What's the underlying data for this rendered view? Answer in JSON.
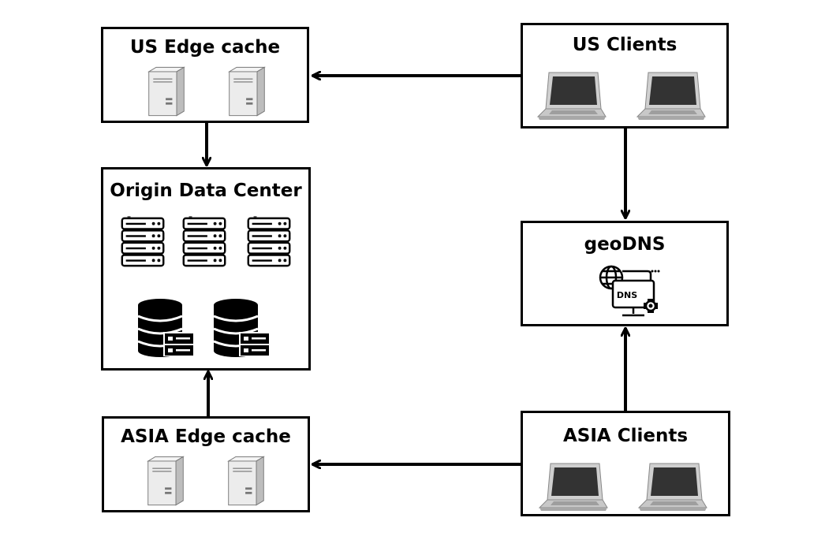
{
  "nodes": {
    "us_edge": {
      "title": "US Edge cache"
    },
    "origin": {
      "title": "Origin Data Center"
    },
    "asia_edge": {
      "title": "ASIA Edge cache"
    },
    "us_clients": {
      "title": "US Clients"
    },
    "geodns": {
      "title": "geoDNS",
      "icon_text": "DNS"
    },
    "asia_clients": {
      "title": "ASIA Clients"
    }
  },
  "edges": [
    {
      "from": "us_clients",
      "to": "us_edge"
    },
    {
      "from": "us_edge",
      "to": "origin"
    },
    {
      "from": "us_clients",
      "to": "geodns"
    },
    {
      "from": "asia_clients",
      "to": "geodns"
    },
    {
      "from": "asia_clients",
      "to": "asia_edge"
    },
    {
      "from": "asia_edge",
      "to": "origin"
    }
  ],
  "colors": {
    "stroke": "#000000",
    "tower": "#e6e6e6",
    "screen": "#3a3a3a",
    "laptop_body": "#d6d6d6"
  },
  "icons": [
    "server-tower-icon",
    "rack-server-icon",
    "database-icon",
    "laptop-icon",
    "dns-monitor-icon"
  ]
}
